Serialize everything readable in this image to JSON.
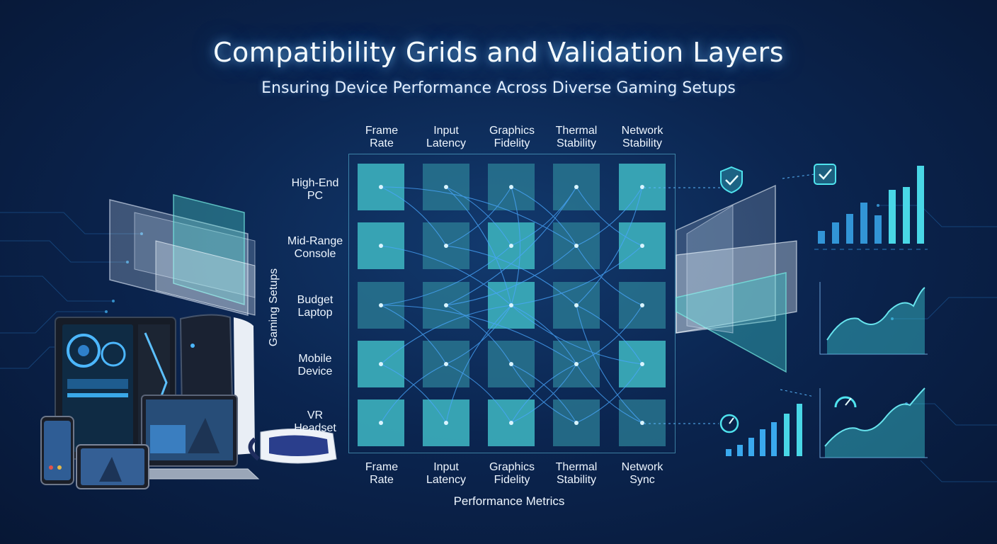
{
  "header": {
    "title": "Compatibility Grids and Validation Layers",
    "subtitle": "Ensuring Device Performance Across Diverse Gaming Setups"
  },
  "grid": {
    "top_metrics": [
      "Frame\nRate",
      "Input\nLatency",
      "Graphics\nFidelity",
      "Thermal\nStability",
      "Network\nStability"
    ],
    "bottom_metrics": [
      "Frame\nRate",
      "Input\nLatency",
      "Graphics\nFidelity",
      "Thermal\nStability",
      "Network\nSync"
    ],
    "setups": [
      "High-End\nPC",
      "Mid-Range\nConsole",
      "Budget\nLaptop",
      "Mobile\nDevice",
      "VR\nHeadset"
    ],
    "y_axis_label": "Gaming Setups",
    "x_axis_label": "Performance Metrics"
  },
  "icons": {
    "shield": "shield-check-icon",
    "checkbox": "checkbox-check-icon",
    "gauge_small": "gauge-icon",
    "gauge_panel": "speedometer-icon"
  },
  "colors": {
    "accent": "#3fd3e0",
    "cell_bright": "#3aaab8",
    "cell_dim": "#2c7f97",
    "link": "#4aa8ff"
  }
}
